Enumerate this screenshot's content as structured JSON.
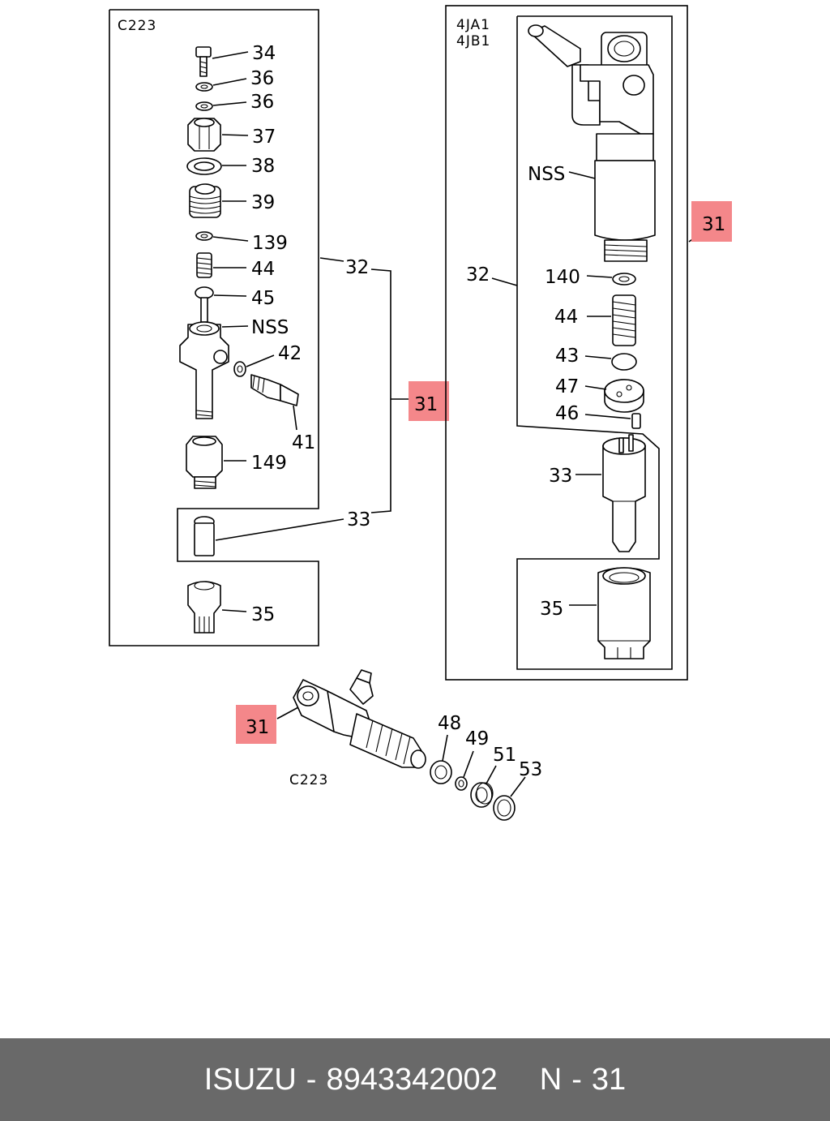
{
  "diagram": {
    "left_panel": {
      "code": "C223",
      "callouts": {
        "c34": "34",
        "c36a": "36",
        "c36b": "36",
        "c37": "37",
        "c38": "38",
        "c39": "39",
        "c139": "139",
        "c44": "44",
        "c45": "45",
        "cnss": "NSS",
        "c42": "42",
        "c41": "41",
        "c149": "149",
        "c32": "32",
        "c33": "33",
        "c35": "35",
        "c31": "31"
      }
    },
    "right_panel": {
      "codes": [
        "4JA1",
        "4JB1"
      ],
      "callouts": {
        "cnss": "NSS",
        "c32": "32",
        "c140": "140",
        "c44": "44",
        "c43": "43",
        "c47": "47",
        "c46": "46",
        "c33": "33",
        "c35": "35",
        "c31": "31"
      }
    },
    "bottom_assembly": {
      "code": "C223",
      "callouts": {
        "c31": "31",
        "c48": "48",
        "c49": "49",
        "c51": "51",
        "c53": "53"
      }
    },
    "highlight_color": "#f4878a"
  },
  "footer": {
    "brand": "ISUZU",
    "separator": "-",
    "part_number": "8943342002",
    "ref_prefix": "N",
    "ref_number": "31",
    "background": "#696969"
  }
}
